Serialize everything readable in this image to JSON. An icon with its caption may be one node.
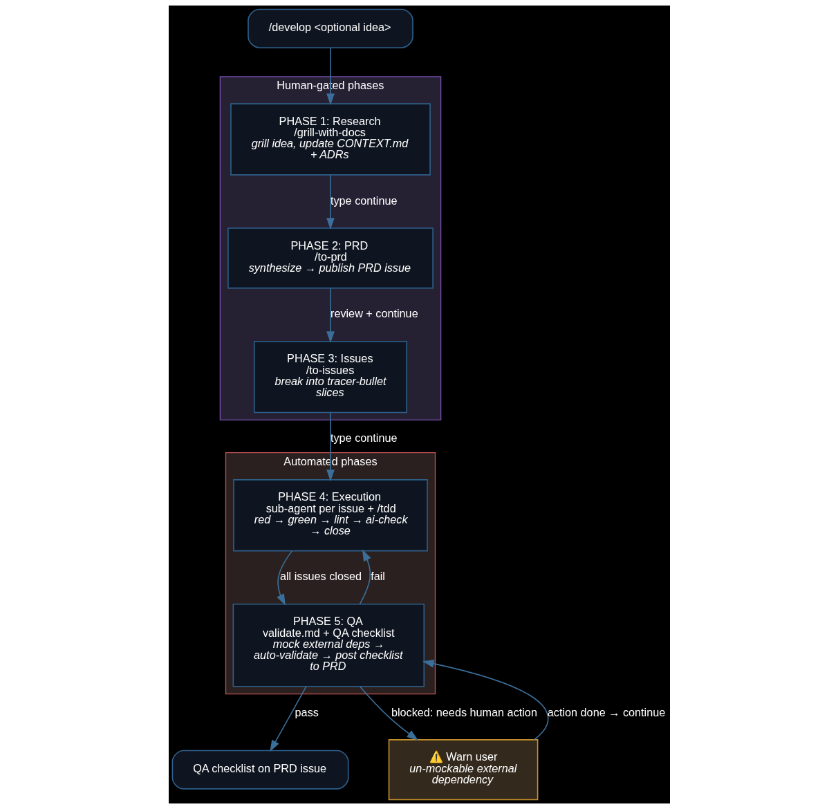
{
  "diagram": {
    "nodes": [
      {
        "text": [
          "/develop <optional idea>"
        ]
      },
      {
        "text": [
          "Human-gated phases"
        ]
      },
      {
        "text": [
          "PHASE 1: Research",
          "/grill-with-docs",
          "grill idea, update CONTEXT.md + ADRs"
        ],
        "in": 1
      },
      {
        "text": [
          "PHASE 2: PRD",
          "/to-prd",
          "synthesize → publish PRD issue"
        ],
        "in": 1
      },
      {
        "text": [
          "PHASE 3: Issues",
          "/to-issues",
          "break into tracer-bullet slices"
        ],
        "in": 1
      },
      {
        "text": [
          "Automated phases"
        ]
      },
      {
        "text": [
          "PHASE 4: Execution",
          "sub-agent per issue + /tdd",
          "red → green → lint → ai-check → close"
        ],
        "in": 5
      },
      {
        "text": [
          "PHASE 5: QA",
          "validate.md + QA checklist",
          "mock external deps → auto-validate → post checklist to PRD"
        ],
        "in": 5
      },
      {
        "text": [
          "QA checklist on PRD issue"
        ]
      },
      {
        "text": [
          "⚠️ Warn user",
          "un-mockable external dependency"
        ]
      }
    ],
    "edges": [
      {
        "from": 0,
        "to": 2,
        "arrow": "to"
      },
      {
        "from": 2,
        "to": 3,
        "label": "type continue",
        "arrow": "to"
      },
      {
        "from": 3,
        "to": 4,
        "label": "review + continue",
        "arrow": "to"
      },
      {
        "from": 4,
        "to": 6,
        "label": "type continue",
        "arrow": "to"
      },
      {
        "from": 6,
        "to": 7,
        "label": "all issues closed",
        "arrow": "to"
      },
      {
        "from": 7,
        "to": 6,
        "label": "fail",
        "arrow": "to"
      },
      {
        "from": 7,
        "to": 8,
        "label": "pass",
        "arrow": "to"
      },
      {
        "from": 7,
        "to": 9,
        "label": "blocked: needs human action",
        "arrow": "to"
      },
      {
        "from": 9,
        "to": 7,
        "label": "action done → continue",
        "arrow": "to"
      }
    ]
  }
}
